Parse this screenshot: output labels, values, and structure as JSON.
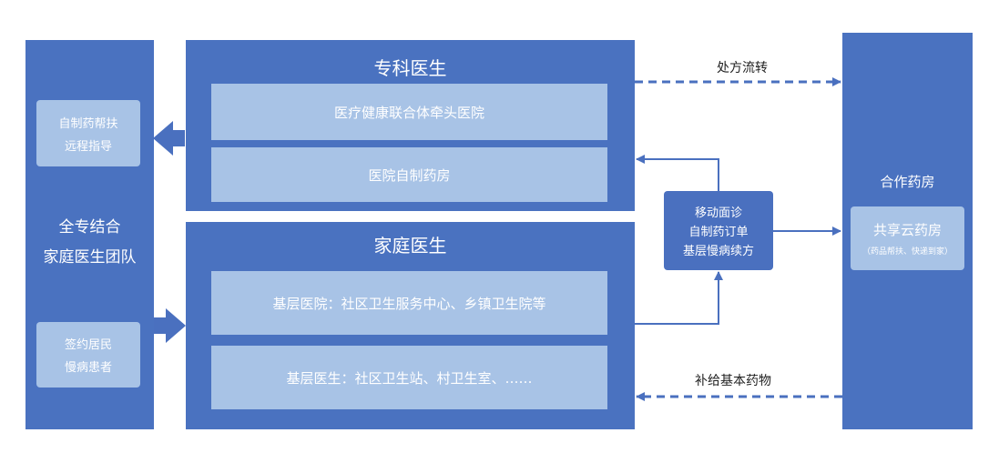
{
  "left_panel": {
    "top_box": [
      "自制药帮扶",
      "远程指导"
    ],
    "team": [
      "全专结合",
      "家庭医生团队"
    ],
    "bottom_box": [
      "签约居民",
      "慢病患者"
    ]
  },
  "specialist": {
    "title": "专科医生",
    "row1": "医疗健康联合体牵头医院",
    "row2": "医院自制药房"
  },
  "family": {
    "title": "家庭医生",
    "row1": "基层医院：社区卫生服务中心、乡镇卫生院等",
    "row2": "基层医生：社区卫生站、村卫生室、……"
  },
  "center_box": [
    "移动面诊",
    "自制药订单",
    "基层慢病续方"
  ],
  "right_panel": {
    "title": "合作药房",
    "cloud_title": "共享云药房",
    "cloud_note": "（药品帮扶、快递到家）"
  },
  "arrows": {
    "prescription": "处方流转",
    "supply": "补给基本药物"
  },
  "colors": {
    "dark_blue": "#4a72c0",
    "light_blue": "#a8c3e6",
    "arrow_blue": "#4a70bf"
  }
}
